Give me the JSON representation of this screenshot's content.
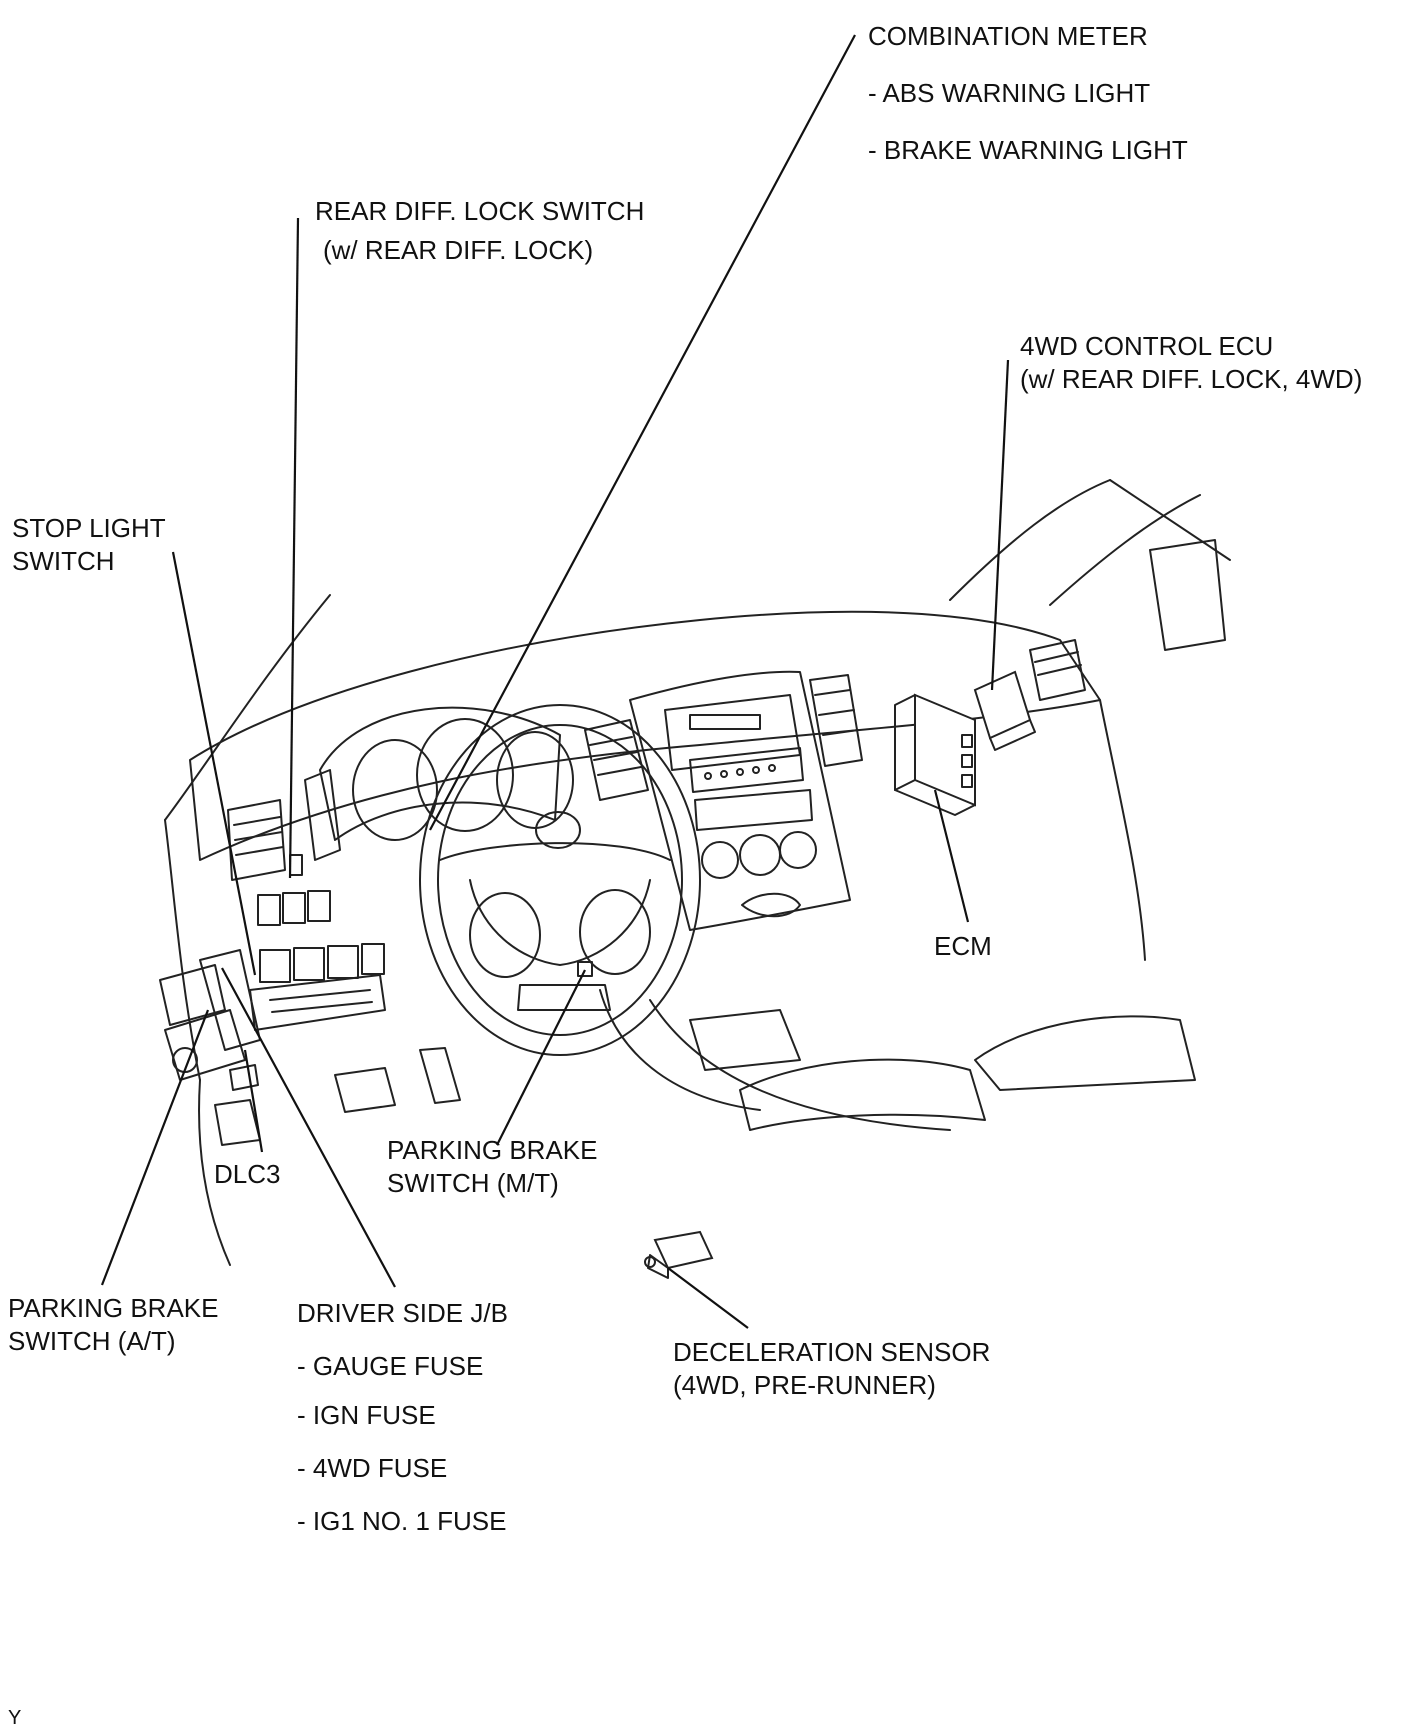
{
  "labels": {
    "combination_meter": {
      "title": "COMBINATION METER",
      "items": [
        "- ABS WARNING LIGHT",
        "- BRAKE WARNING LIGHT"
      ]
    },
    "rear_diff_lock_switch": {
      "line1": "REAR DIFF. LOCK SWITCH",
      "line2": "(w/ REAR DIFF. LOCK)"
    },
    "four_wd_control_ecu": {
      "line1": "4WD CONTROL ECU",
      "line2": "(w/ REAR DIFF. LOCK, 4WD)"
    },
    "stop_light_switch": {
      "line1": "STOP LIGHT",
      "line2": "SWITCH"
    },
    "ecm": "ECM",
    "parking_brake_switch_mt": {
      "line1": "PARKING BRAKE",
      "line2": "SWITCH (M/T)"
    },
    "dlc3": "DLC3",
    "parking_brake_switch_at": {
      "line1": "PARKING BRAKE",
      "line2": "SWITCH (A/T)"
    },
    "driver_side_jb": {
      "title": "DRIVER SIDE J/B",
      "items": [
        "- GAUGE FUSE",
        "- IGN FUSE",
        "- 4WD FUSE",
        "- IG1 NO. 1 FUSE"
      ]
    },
    "deceleration_sensor": {
      "line1": "DECELERATION SENSOR",
      "line2": "(4WD, PRE-RUNNER)"
    },
    "corner_code": "Y"
  }
}
